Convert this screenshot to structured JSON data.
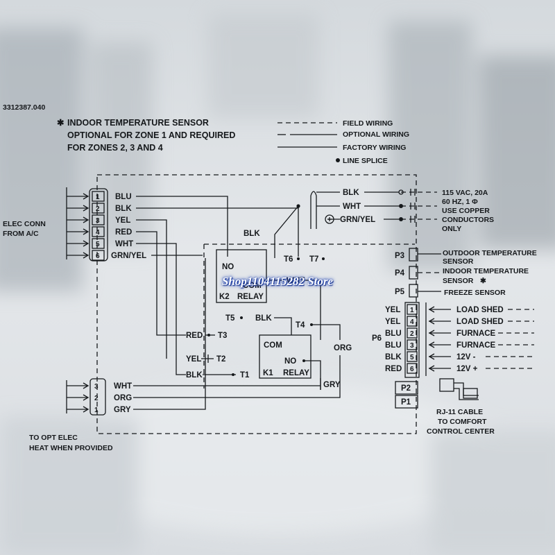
{
  "diagram": {
    "code": "3312387.040",
    "sensor_note": {
      "symbol": "✱",
      "lines": [
        "INDOOR TEMPERATURE SENSOR",
        "OPTIONAL FOR ZONE 1 AND REQUIRED",
        "FOR ZONES 2, 3 AND 4"
      ]
    },
    "legend": {
      "field_wiring": "FIELD WIRING",
      "optional_wiring": "OPTIONAL WIRING",
      "factory_wiring": "FACTORY WIRING",
      "line_splice": "LINE SPLICE"
    },
    "elec_conn": {
      "label": [
        "ELEC CONN",
        "FROM A/C"
      ],
      "pins": [
        "1",
        "2",
        "3",
        "4",
        "5",
        "6"
      ],
      "wires": [
        "BLU",
        "BLK",
        "YEL",
        "RED",
        "WHT",
        "GRN/YEL"
      ]
    },
    "opt_heat": {
      "label": [
        "TO OPT ELEC",
        "HEAT WHEN PROVIDED"
      ],
      "pins": [
        "3",
        "2",
        "1"
      ],
      "wires": [
        "WHT",
        "ORG",
        "GRY"
      ]
    },
    "power": {
      "wires": [
        "BLK",
        "WHT",
        "GRN/YEL"
      ],
      "label": [
        "115 VAC, 20A",
        "60 HZ, 1 Φ",
        "USE COPPER",
        "CONDUCTORS",
        "ONLY"
      ]
    },
    "k2_relay": {
      "no": "NO",
      "com": "COM",
      "name": "K2",
      "relay": "RELAY"
    },
    "k1_relay": {
      "com": "COM",
      "no": "NO",
      "name": "K1",
      "relay": "RELAY"
    },
    "terminals": {
      "blk_top": "BLK",
      "t6": "T6",
      "t7": "T7",
      "wht": "WHT",
      "t5": "T5",
      "t5_blk": "BLK",
      "t4": "T4",
      "org": "ORG",
      "red": "RED",
      "t3": "T3",
      "yel": "YEL",
      "t2": "T2",
      "blk": "BLK",
      "t1": "T1",
      "gry": "GRY"
    },
    "ports": {
      "p3": "P3",
      "p3_label": [
        "OUTDOOR TEMPERATURE",
        "SENSOR"
      ],
      "p4": "P4",
      "p4_label": [
        "INDOOR TEMPERATURE",
        "SENSOR"
      ],
      "p4_symbol": "✱",
      "p5": "P5",
      "p5_label": "FREEZE SENSOR",
      "p6": "P6",
      "p6_pins": [
        {
          "wire": "YEL",
          "pin": "1",
          "label": "LOAD SHED"
        },
        {
          "wire": "YEL",
          "pin": "4",
          "label": "LOAD SHED"
        },
        {
          "wire": "BLU",
          "pin": "2",
          "label": "FURNACE"
        },
        {
          "wire": "BLU",
          "pin": "3",
          "label": "FURNACE"
        },
        {
          "wire": "BLK",
          "pin": "5",
          "label": "12V -"
        },
        {
          "wire": "RED",
          "pin": "6",
          "label": "12V +"
        }
      ],
      "p2": "P2",
      "p1": "P1"
    },
    "rj11": [
      "RJ-11 CABLE",
      "TO COMFORT",
      "CONTROL CENTER"
    ]
  },
  "watermark": "Shop1104115282 Store"
}
